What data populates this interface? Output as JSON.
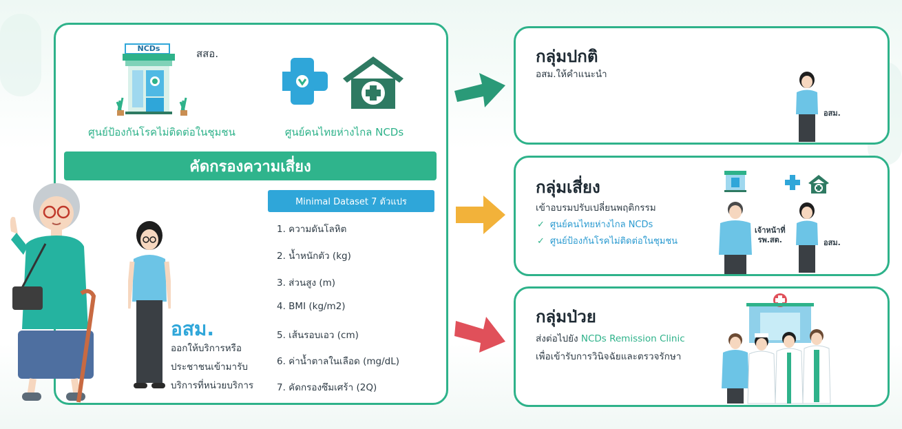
{
  "colors": {
    "accent_green": "#2eb28a",
    "accent_blue": "#2fa6d9",
    "arrow_normal": "#2a9a78",
    "arrow_risk": "#f2b23a",
    "arrow_sick": "#e0505a"
  },
  "left": {
    "ncds_sign": "NCDs",
    "ssao_label": "สสอ.",
    "center1_label": "ศูนย์ป้องกันโรคไม่ติดต่อในชุมชน",
    "center2_label": "ศูนย์คนไทยห่างไกล NCDs",
    "screening_banner": "คัดกรองความเสี่ยง",
    "dataset_header": "Minimal Dataset 7 ตัวแปร",
    "dataset_items": [
      "1. ความดันโลหิต",
      "2. น้ำหนักตัว (kg)",
      "3. ส่วนสูง (m)",
      "4. BMI (kg/m2)",
      "5. เส้นรอบเอว (cm)",
      "6. ค่าน้ำตาลในเลือด (mg/dL)",
      "7. คัดกรองซึมเศร้า (2Q)"
    ],
    "osm_title": "อสม.",
    "osm_desc": [
      "ออกให้บริการหรือ",
      "ประชาชนเข้ามารับ",
      "บริการที่หน่วยบริการ"
    ]
  },
  "groups": {
    "normal": {
      "title": "กลุ่มปกติ",
      "desc": "อสม.ให้คำแนะนำ",
      "person_label": "อสม."
    },
    "risk": {
      "title": "กลุ่มเสี่ยง",
      "desc": "เข้าอบรมปรับเปลี่ยนพฤติกรรม",
      "checks": [
        "ศูนย์คนไทยห่างไกล NCDs",
        "ศูนย์ป้องกันโรคไม่ติดต่อในชุมชน"
      ],
      "staff_label_1": "เจ้าหน้าที่",
      "staff_label_2": "รพ.สต.",
      "osm_label": "อสม."
    },
    "sick": {
      "title": "กลุ่มป่วย",
      "desc_prefix": "ส่งต่อไปยัง ",
      "desc_highlight": "NCDs Remission Clinic",
      "desc2": "เพื่อเข้ารับการวินิจฉัยและตรวจรักษา"
    }
  }
}
